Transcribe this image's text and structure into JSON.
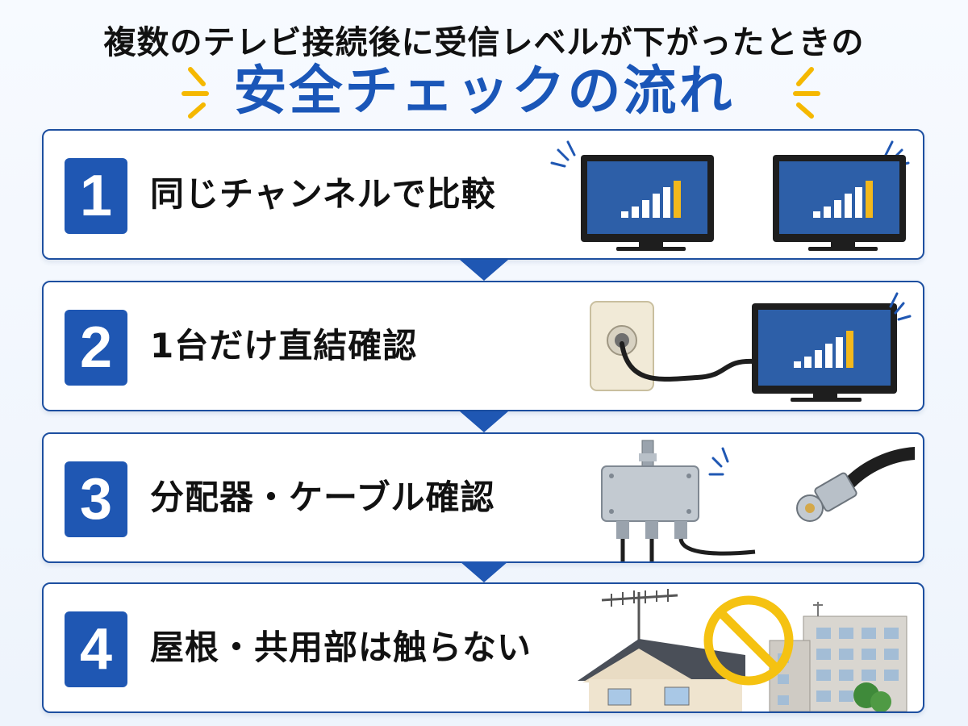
{
  "header": {
    "subtitle": "複数のテレビ接続後に受信レベルが下がったときの",
    "title": "安全チェックの流れ"
  },
  "steps": [
    {
      "number": "1",
      "label": "同じチャンネルで比較",
      "icon": "two-tv-signal-bars-icon"
    },
    {
      "number": "2",
      "label": "1台だけ直結確認",
      "icon": "wall-outlet-to-tv-icon"
    },
    {
      "number": "3",
      "label": "分配器・ケーブル確認",
      "icon": "splitter-and-cable-icon"
    },
    {
      "number": "4",
      "label": "屋根・共用部は触らない",
      "icon": "roof-antenna-prohibited-icon"
    }
  ],
  "colors": {
    "accent_blue": "#1f57b3",
    "title_blue": "#1a56b8",
    "spark_yellow": "#f5b800",
    "signal_yellow": "#f2b81c",
    "prohibit_yellow": "#f5c211"
  }
}
